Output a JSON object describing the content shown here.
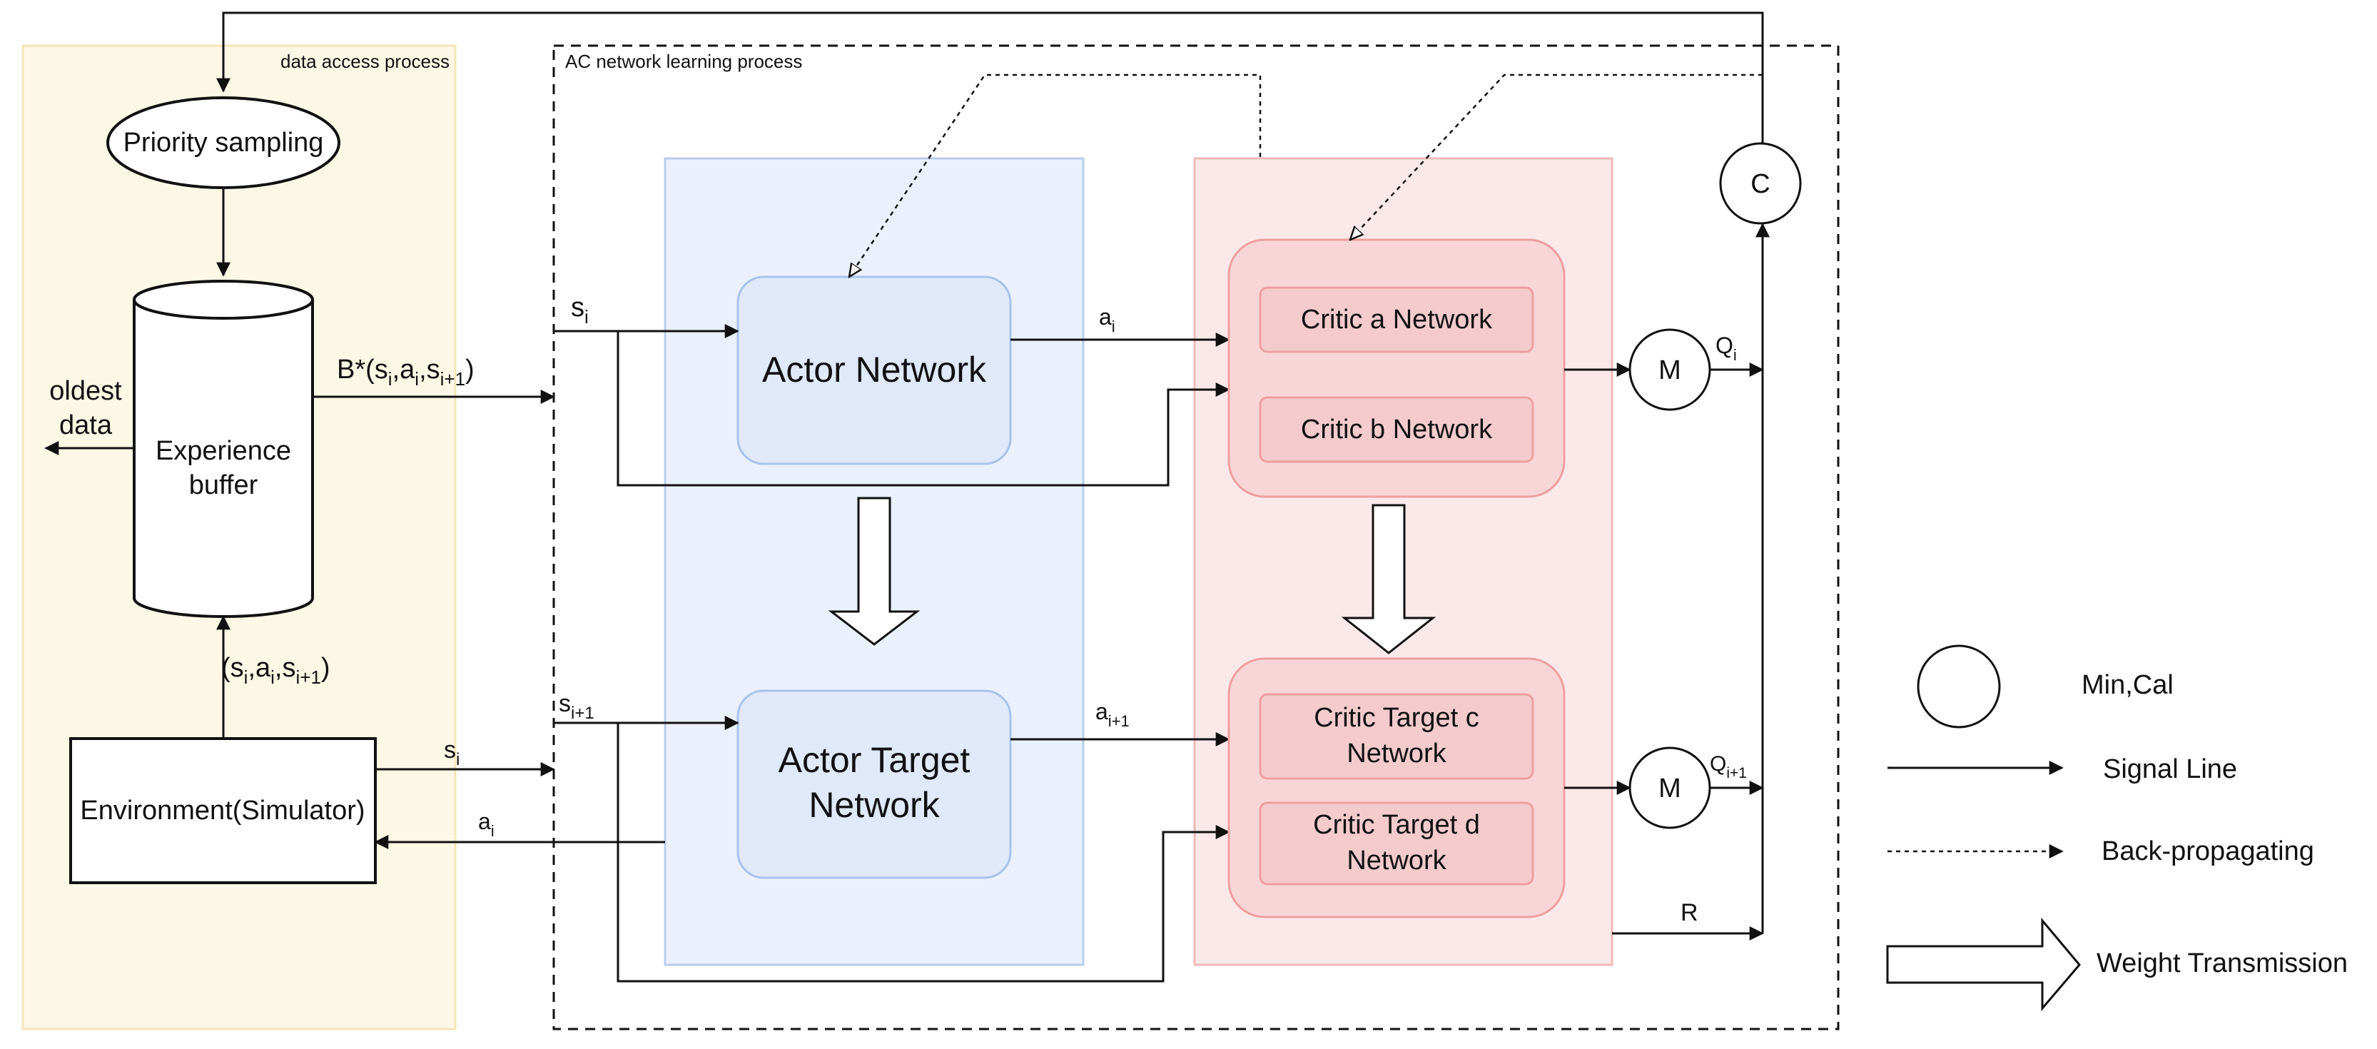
{
  "regions": {
    "data_access": "data access process",
    "ac_learning": "AC network learning process"
  },
  "nodes": {
    "priority_sampling": "Priority sampling",
    "experience_buffer": [
      "Experience",
      "buffer"
    ],
    "oldest_data": [
      "oldest",
      "data"
    ],
    "environment": "Environment(Simulator)",
    "actor_network": "Actor Network",
    "actor_target_network": [
      "Actor Target",
      "Network"
    ],
    "critic_a": "Critic a Network",
    "critic_b": "Critic b Network",
    "critic_target_c": [
      "Critic Target c",
      "Network"
    ],
    "critic_target_d": [
      "Critic Target d",
      "Network"
    ],
    "m_upper": "M",
    "m_lower": "M",
    "c_node": "C"
  },
  "signals": {
    "batch": {
      "base": "B*(s",
      "i": "i",
      "a": "a",
      "s_next": "s",
      "next_sub": "i+1",
      "close": ")"
    },
    "transition": {
      "open": "(s",
      "i": "i",
      "a": "a",
      "s_next": "s",
      "next_sub": "i+1",
      "close": ")"
    },
    "s_i_top": {
      "base": "s",
      "sub": "i"
    },
    "s_i1_bottom": {
      "base": "s",
      "sub": "i+1"
    },
    "a_i_actor": {
      "base": "a",
      "sub": "i"
    },
    "a_i1_actor": {
      "base": "a",
      "sub": "i+1"
    },
    "s_i_env": {
      "base": "s",
      "sub": "i"
    },
    "a_i_env": {
      "base": "a",
      "sub": "i"
    },
    "q_i": {
      "base": "Q",
      "sub": "i"
    },
    "q_i1": {
      "base": "Q",
      "sub": "i+1"
    },
    "r": "R"
  },
  "legend": {
    "circle": "Min,Cal",
    "signal": "Signal Line",
    "backprop": "Back-propagating",
    "weight": "Weight Transmission"
  },
  "colors": {
    "data_access_fill": "#fdf8e6",
    "data_access_stroke": "#f3e6b8",
    "actor_panel_fill": "#eaf1fc",
    "actor_panel_stroke": "#b9cdee",
    "actor_box_fill": "#dfe9fa",
    "critic_panel_fill": "#fbe9ea",
    "critic_panel_stroke": "#f0b9bb",
    "critic_group_fill": "#f8d6d8",
    "critic_box_fill": "#f4cbcd"
  }
}
